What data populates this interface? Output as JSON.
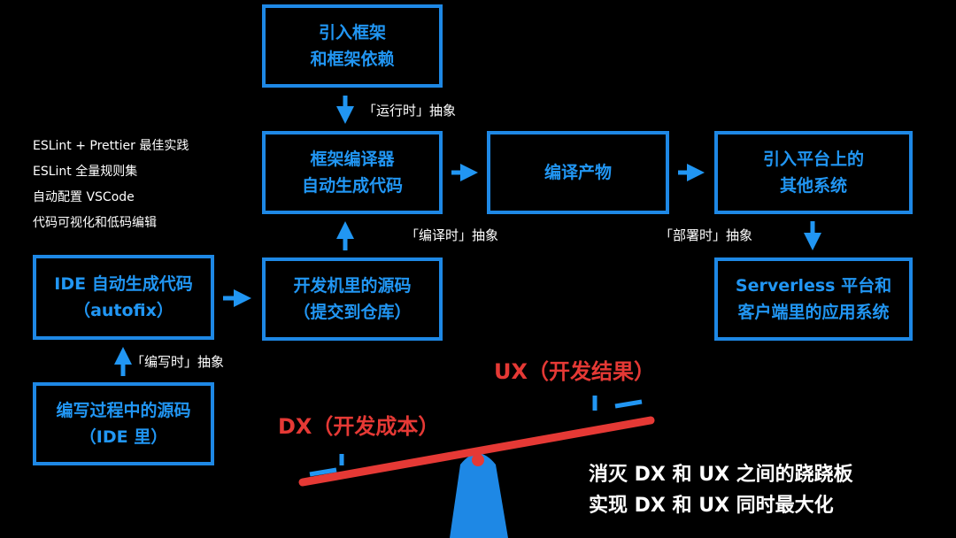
{
  "boxes": {
    "framework": [
      "引入框架",
      "和框架依赖"
    ],
    "compiler": [
      "框架编译器",
      "自动生成代码"
    ],
    "output": [
      "编译产物"
    ],
    "platform": [
      "引入平台上的",
      "其他系统"
    ],
    "ide_autofix": [
      "IDE 自动生成代码",
      "（autofix）"
    ],
    "dev_source": [
      "开发机里的源码",
      "（提交到仓库）"
    ],
    "serverless": [
      "Serverless 平台和",
      "客户端里的应用系统"
    ],
    "writing_source": [
      "编写过程中的源码",
      "（IDE 里）"
    ]
  },
  "labels": {
    "runtime": "「运行时」抽象",
    "compile": "「编译时」抽象",
    "deploy": "「部署时」抽象",
    "write": "「编写时」抽象"
  },
  "notes": [
    "ESLint + Prettier 最佳实践",
    "ESLint 全量规则集",
    "自动配置 VSCode",
    "代码可视化和低码编辑"
  ],
  "seesaw": {
    "ux": "UX（开发结果）",
    "dx": "DX（开发成本）"
  },
  "captions": [
    "消灭 DX 和 UX 之间的跷跷板",
    "实现 DX 和 UX 同时最大化"
  ],
  "colors": {
    "accent": "#1e88e5",
    "red": "#e53935"
  }
}
